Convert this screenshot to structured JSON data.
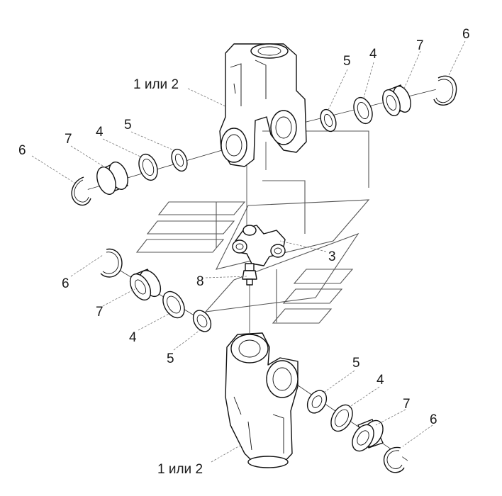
{
  "labels": {
    "yoke_top": "1 или 2",
    "yoke_bottom": "1 или 2",
    "cross": "3",
    "fitting": "8",
    "seal_tr": "4",
    "ring_tr": "5",
    "bearing_tr": "7",
    "clip_tr": "6",
    "seal_tl": "4",
    "ring_tl": "5",
    "bearing_tl": "7",
    "clip_tl": "6",
    "clip_ml": "6",
    "bearing_ml": "7",
    "seal_ml": "4",
    "ring_ml": "5",
    "ring_br": "5",
    "seal_br": "4",
    "bearing_br": "7",
    "clip_br": "6"
  }
}
